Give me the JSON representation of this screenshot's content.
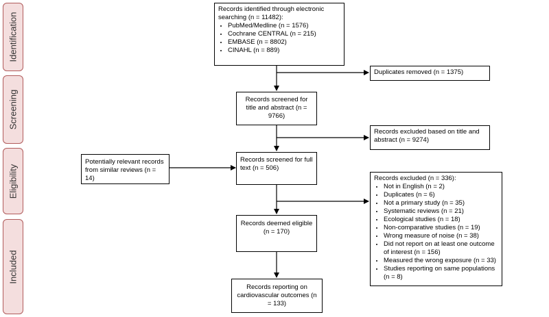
{
  "phases": [
    "Identification",
    "Screening",
    "Eligibility",
    "Included"
  ],
  "identified": {
    "title": "Records identified through electronic searching (n = 11482):",
    "items": [
      "PubMed/Medline (n = 1576)",
      "Cochrane CENTRAL (n = 215)",
      "EMBASE (n = 8802)",
      "CINAHL (n = 889)"
    ]
  },
  "duplicates": "Duplicates removed (n = 1375)",
  "screened": "Records screened for title and abstract (n = 9766)",
  "excluded_title": "Records excluded based on title and abstract (n = 9274)",
  "other_source": "Potentially relevant records from similar reviews (n = 14)",
  "fulltext": "Records screened for full text (n = 506)",
  "excluded_full": {
    "title": "Records excluded (n = 336):",
    "items": [
      "Not in English (n = 2)",
      "Duplicates (n = 6)",
      "Not a primary study (n = 35)",
      "Systematic reviews (n = 21)",
      "Ecological studies (n = 18)",
      "Non-comparative studies (n = 19)",
      "Wrong measure of noise (n = 38)",
      "Did not report on at least one outcome of interest (n = 156)",
      "Measured the wrong exposure (n = 33)",
      "Studies reporting on same populations (n = 8)"
    ]
  },
  "eligible": "Records deemed eligible (n = 170)",
  "included": "Records reporting on cardiovascular outcomes (n = 133)"
}
